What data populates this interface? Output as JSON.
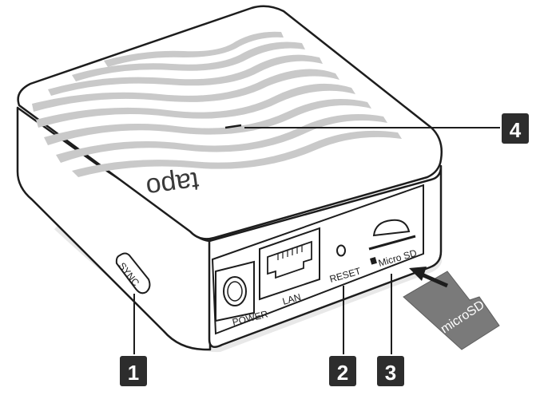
{
  "device": {
    "brand_logo": "tapo",
    "ports": {
      "sync": "SYNC",
      "power": "POWER",
      "lan": "LAN",
      "reset": "RESET",
      "micro_sd": "Micro SD"
    },
    "card_label": "microSD"
  },
  "callouts": [
    {
      "number": "1",
      "target": "sync-button"
    },
    {
      "number": "2",
      "target": "reset-button"
    },
    {
      "number": "3",
      "target": "micro-sd-slot"
    },
    {
      "number": "4",
      "target": "led-indicator"
    }
  ],
  "colors": {
    "body": "#ffffff",
    "outline": "#1d1d1d",
    "stripes": "#c9c9c9",
    "card": "#7a7a7a",
    "badge": "#2d2d2d",
    "badge_text": "#ffffff"
  }
}
